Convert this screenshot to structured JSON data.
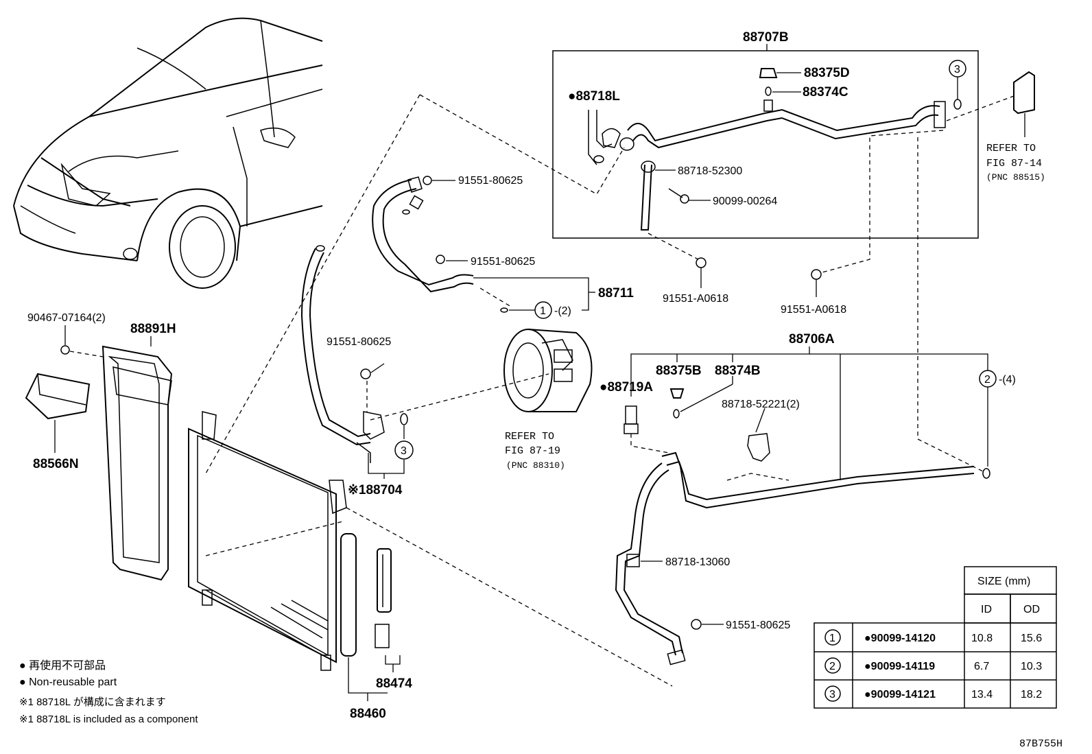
{
  "labels": {
    "p88707B": "88707B",
    "p88375D": "88375D",
    "p88374C": "88374C",
    "p88718L": "●88718L",
    "p88718_52300": "88718-52300",
    "p90099_00264": "90099-00264",
    "p91551_A0618_a": "91551-A0618",
    "p91551_A0618_b": "91551-A0618",
    "p91551_80625_a": "91551-80625",
    "p91551_80625_b": "91551-80625",
    "p91551_80625_c": "91551-80625",
    "p91551_80625_d": "91551-80625",
    "p88711": "88711",
    "p88711_qty": "-(2)",
    "p88706A": "88706A",
    "p88375B": "88375B",
    "p88374B": "88374B",
    "p88719A": "●88719A",
    "p88718_52221": "88718-52221(2)",
    "p88718_13060": "88718-13060",
    "p88704": "※188704",
    "p88474": "88474",
    "p88460": "88460",
    "p88566N": "88566N",
    "p88891H": "88891H",
    "p90467_07164": "90467-07164(2)",
    "circle2_qty": "-(4)",
    "diagram_id": "87B755H"
  },
  "refs": {
    "refer_87_14": [
      "REFER TO",
      "FIG 87-14",
      "(PNC 88515)"
    ],
    "refer_87_19": [
      "REFER TO",
      "FIG 87-19",
      "(PNC 88310)"
    ]
  },
  "legend": {
    "line1": "● 再使用不可部品",
    "line2": "● Non-reusable part",
    "line3": "※1 88718L が構成に含まれます",
    "line4": "※1 88718L is included as a component"
  },
  "size_table": {
    "header": "SIZE (mm)",
    "col_id": "ID",
    "col_od": "OD",
    "rows": [
      {
        "num": "1",
        "part": "●90099-14120",
        "id": "10.8",
        "od": "15.6"
      },
      {
        "num": "2",
        "part": "●90099-14119",
        "id": "6.7",
        "od": "10.3"
      },
      {
        "num": "3",
        "part": "●90099-14121",
        "id": "13.4",
        "od": "18.2"
      }
    ]
  },
  "callouts": {
    "c1": "1",
    "c2": "2",
    "c3": "3"
  }
}
